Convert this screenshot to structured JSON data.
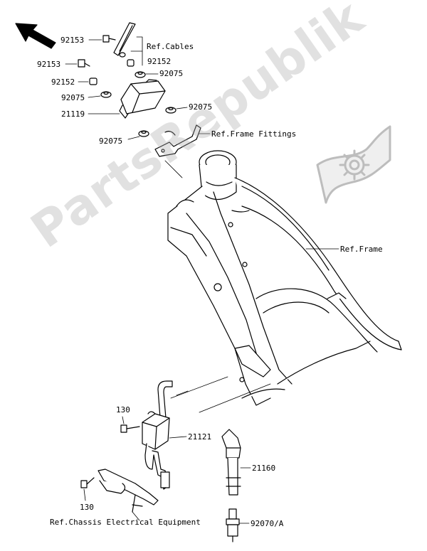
{
  "watermark": "PartsRepublik",
  "colors": {
    "line": "#000000",
    "watermark": "#b0b0b0"
  },
  "labels": {
    "p92153_top": "92153",
    "ref_cables": "Ref.Cables",
    "p92153_left": "92153",
    "p92152_right": "92152",
    "p92075_top": "92075",
    "p92152_left": "92152",
    "p92075_left": "92075",
    "p21119": "21119",
    "p92075_right": "92075",
    "ref_frame_fittings": "Ref.Frame Fittings",
    "p92075_lower": "92075",
    "ref_frame": "Ref.Frame",
    "p130_top": "130",
    "p21121": "21121",
    "p21160": "21160",
    "p130_bottom": "130",
    "ref_chassis": "Ref.Chassis Electrical Equipment",
    "p92070a": "92070/A"
  },
  "icons": {
    "direction": "front-direction-arrow-icon",
    "logo": "gear-icon"
  }
}
